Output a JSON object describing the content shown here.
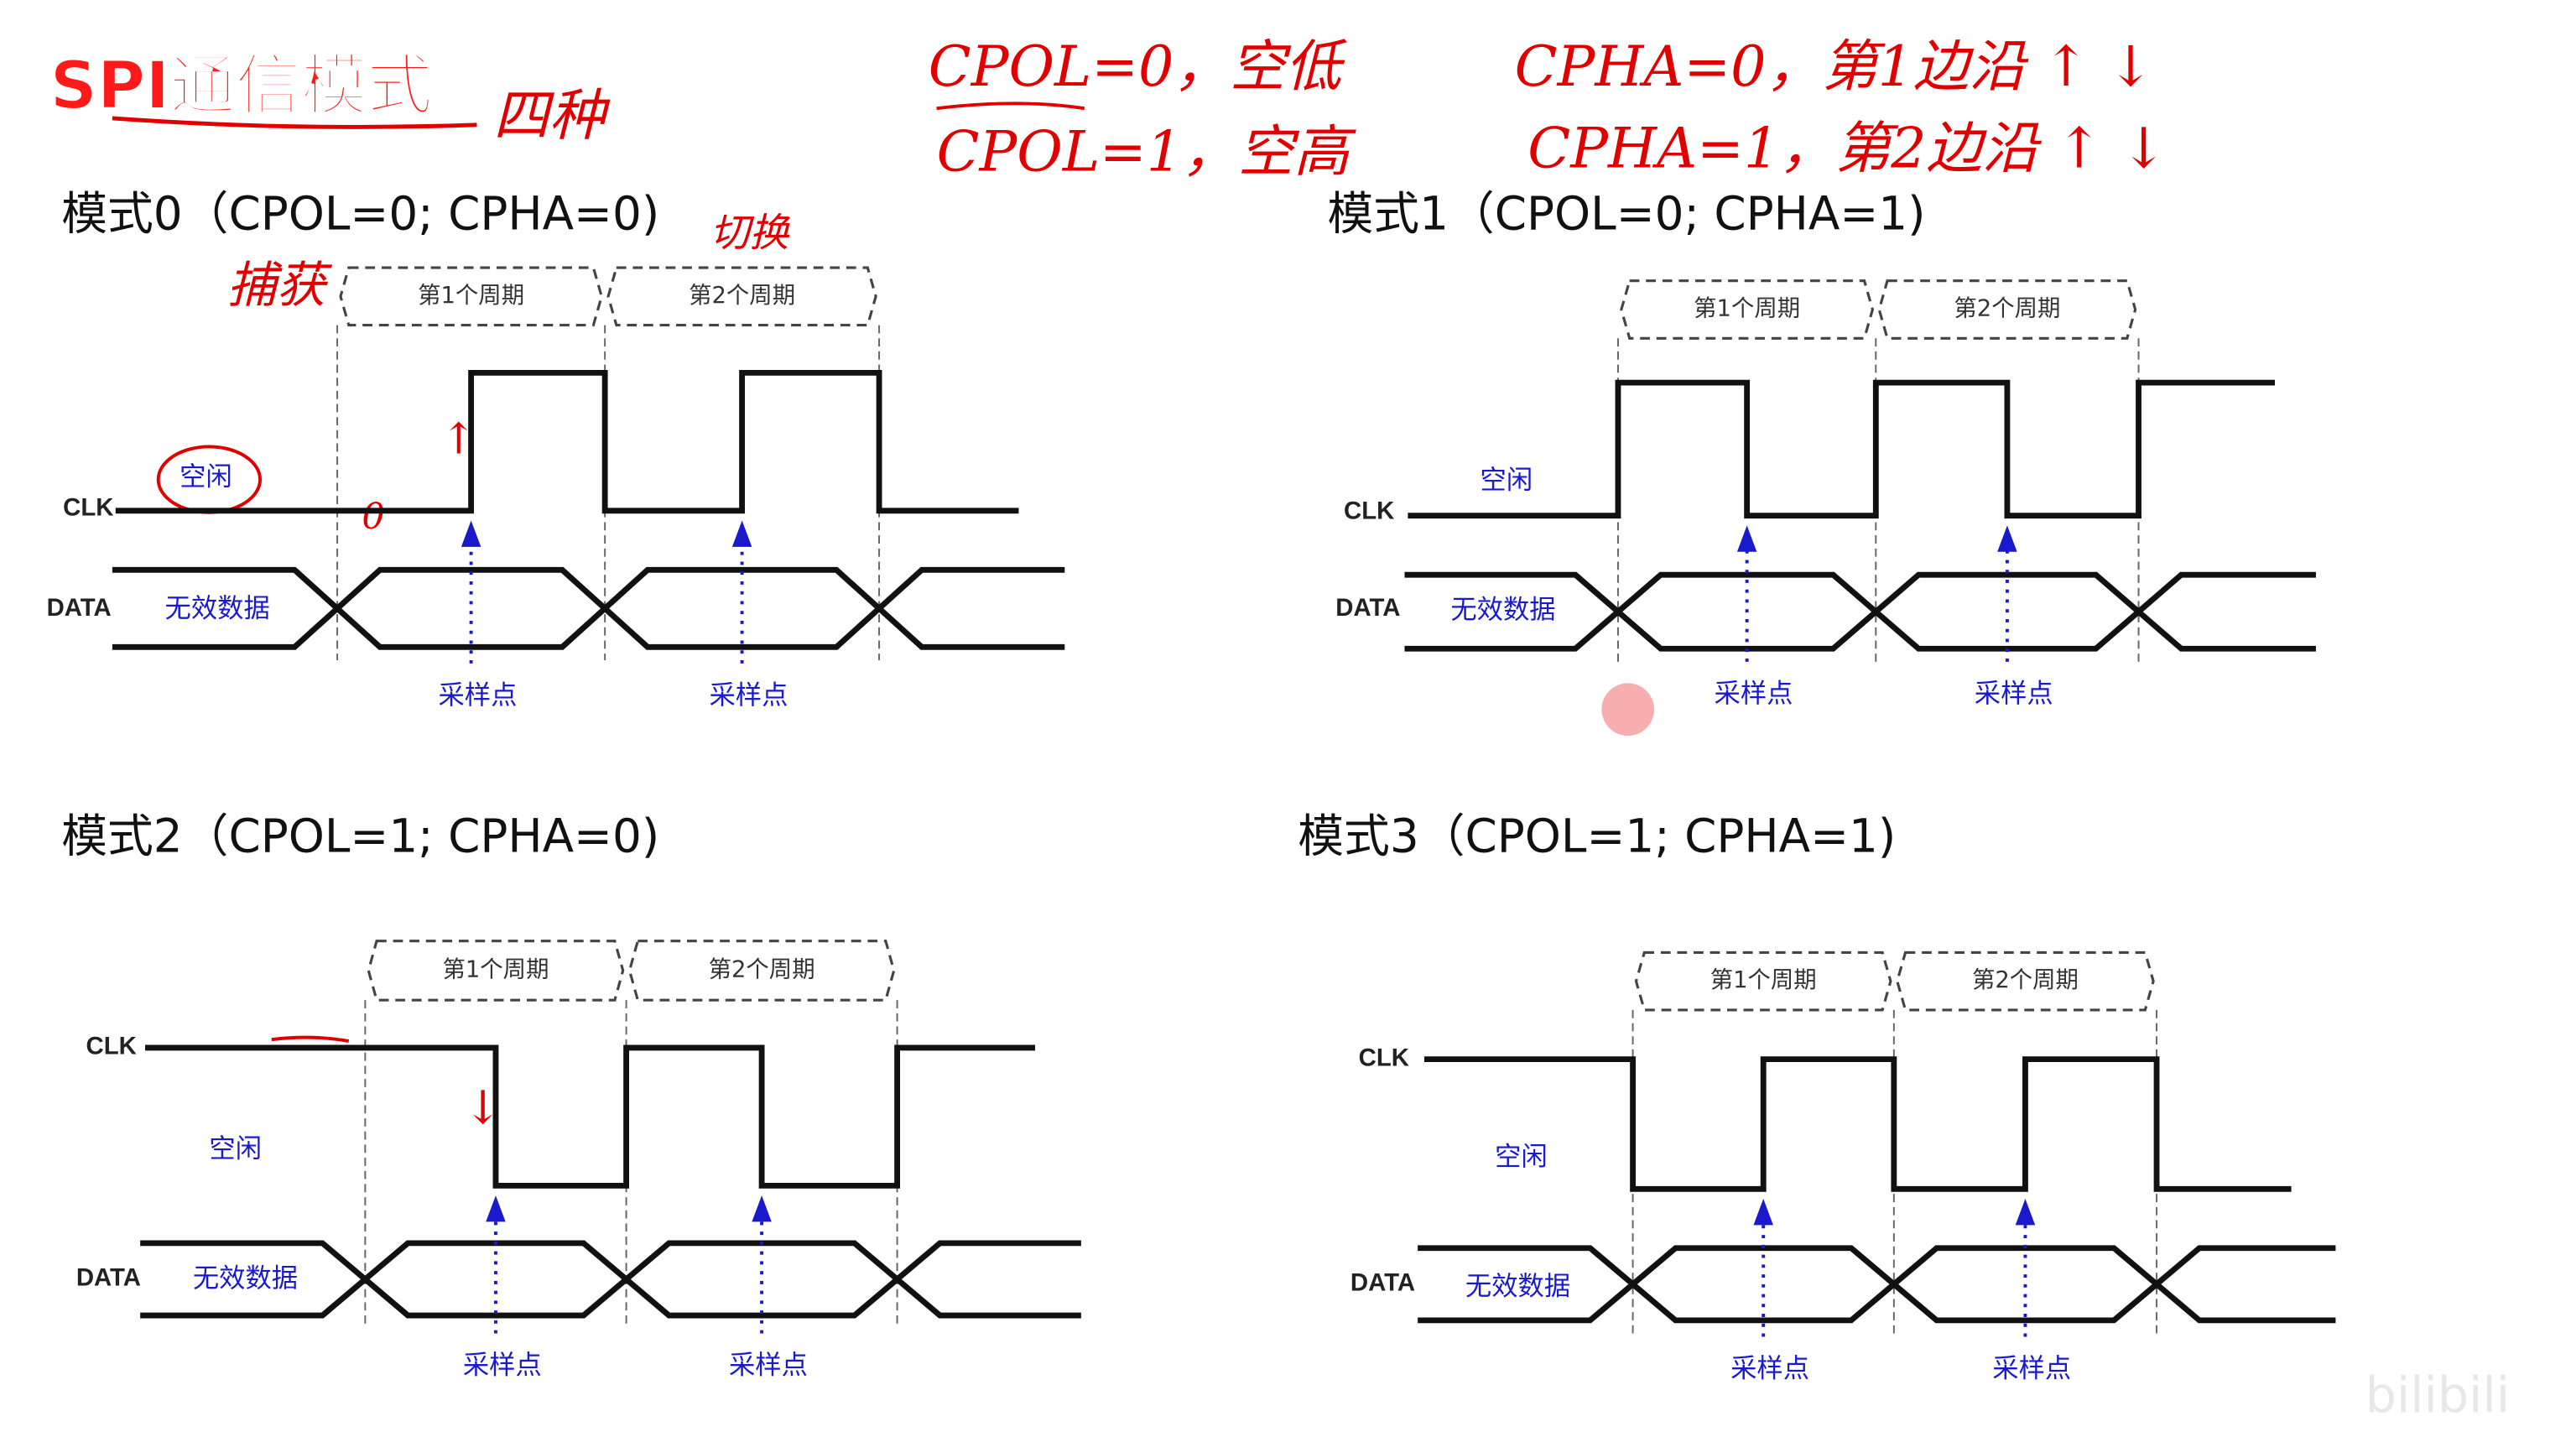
{
  "header": {
    "title": "SPI通信模式",
    "watermark": "bilibili"
  },
  "labels": {
    "clk": "CLK",
    "data": "DATA",
    "idle": "空闲",
    "invalid_data": "无效数据",
    "sample_point": "采样点",
    "period1": "第1个周期",
    "period2": "第2个周期"
  },
  "modes": [
    {
      "title": "模式0（CPOL=0;  CPHA=0)",
      "cpol": 0,
      "cpha": 0
    },
    {
      "title": "模式1（CPOL=0; CPHA=1)",
      "cpol": 0,
      "cpha": 1
    },
    {
      "title": "模式2（CPOL=1; CPHA=0)",
      "cpol": 1,
      "cpha": 0
    },
    {
      "title": "模式3（CPOL=1; CPHA=1)",
      "cpol": 1,
      "cpha": 1
    }
  ],
  "annotations": {
    "four_kinds": "四种",
    "cpol0": "CPOL=0，空低",
    "cpol1": "CPOL=1，空高",
    "cpha0": "CPHA=0，第1边沿 ↑ ↓",
    "cpha1": "CPHA=1，第2边沿 ↑ ↓",
    "capture": "捕获",
    "switch": "切换",
    "zero": "0",
    "up": "↑",
    "down": "↓"
  },
  "colors": {
    "accent": "#e00000",
    "signal": "#111111",
    "sample": "#1a1acc"
  }
}
